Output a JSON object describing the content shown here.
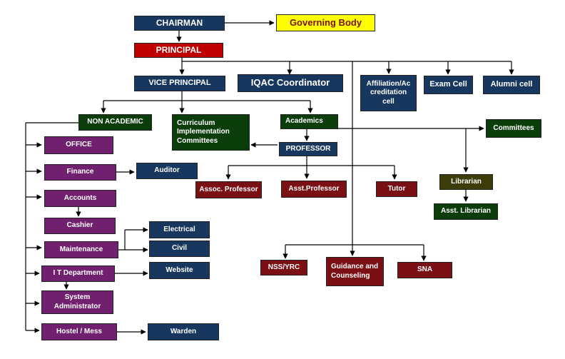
{
  "chart": {
    "chairman": "CHAIRMAN",
    "governing_body": "Governing Body",
    "principal": "PRINCIPAL",
    "vice_principal": "VICE PRINCIPAL",
    "iqac_coordinator": "IQAC Coordinator",
    "affiliation": "Affiliation/Ac creditation cell",
    "exam_cell": "Exam Cell",
    "alumni_cell": "Alumni cell",
    "non_academic": "NON ACADEMIC",
    "curriculum": "Curriculum Implementation Committees",
    "academics": "Academics",
    "committees": "Committees",
    "office": "OFFICE",
    "finance": "Finance",
    "auditor": "Auditor",
    "accounts": "Accounts",
    "cashier": "Cashier",
    "electrical": "Electrical",
    "maintenance": "Maintenance",
    "civil": "Civil",
    "it_department": "I T Department",
    "website": "Website",
    "system_administrator": "System Administrator",
    "hostel_mess": "Hostel / Mess",
    "warden": "Warden",
    "professor": "PROFESSOR",
    "assoc_professor": "Assoc. Professor",
    "asst_professor": "Asst.Professor",
    "tutor": "Tutor",
    "librarian": "Librarian",
    "asst_librarian": "Asst. Librarian",
    "nss_yrc": "NSS/YRC",
    "guidance": "Guidance and Counseling",
    "sna": "SNA"
  }
}
